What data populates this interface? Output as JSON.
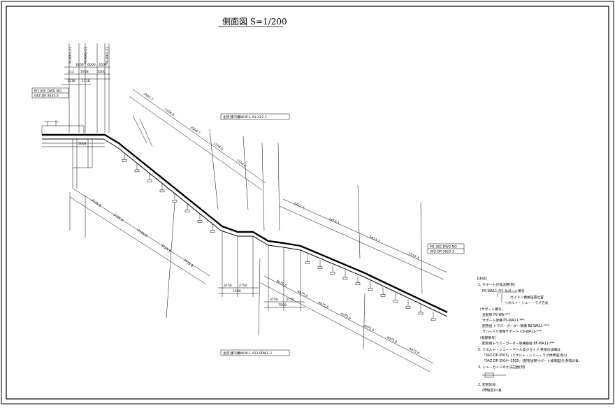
{
  "title": "側面図 S=1/200",
  "refs": [
    {
      "label": "M1 SEE DWG NO",
      "number": "04Z-DP-3543-3"
    },
    {
      "label": "M1 SEE DWG NO",
      "number": "04Z-DP-3623-3"
    }
  ],
  "top_labels": [
    "PS-WA1-21",
    "PS-WA1-21",
    "PS-WA1-21"
  ],
  "top_dims": [
    "1800",
    "6000",
    "4500",
    "311",
    "1958",
    "1500",
    "1118",
    "1118",
    "5004"
  ],
  "upper_slope_dims": [
    "3501.7",
    "1154.6",
    "2500.7",
    "1154.6",
    "1154.6",
    "3725.8",
    "3725.8",
    "3725.8",
    "3725.8",
    "3725.8"
  ],
  "mid_dims": [
    "3750",
    "2750",
    "1500",
    "3750",
    "3750",
    "7500"
  ],
  "lower_slope_dims": [
    "1413.3",
    "1413.3",
    "1413.3",
    "2513.3",
    "4075.6",
    "4075.6",
    "4075.6",
    "4075.6",
    "4075.6",
    "4075.6",
    "4075.6"
  ],
  "callout_upper": "主管)重汽機WHP-1 A1-A12-1",
  "callout_lower": "主管)重汽機WHP-1 A12-BPW1-2",
  "notes": [
    "【注記】",
    "1. サポート記号説明(例)",
    "PS-WA11-***    サポート番号",
    "ガイドン機械設置位置",
    "リボルト・シュー・ラグ方式",
    "〔サポート番号〕",
    "並配管        PS-WA-***",
    "サポート架構    PS-WA11-***",
    "配管送 トラス・ガーダー架構   BS-WA11-***",
    "ラバー入り受架サポート     CS-WA11-***",
    "〔基礎番号〕",
    "配管用トラス・ガーダー架構基礎  BF-WA11-***",
    "5. リボルト・シュー・ザドル及びガイド,受架の詳細は",
    "「04Z-DP-3503」(リボルト・シュー・ラグ標準図)及び",
    "「04Z-DP-3504~3505」(配管送架サポート標準図)を参照の事。",
    "3. シューガイドの寸法記載(例)",
    "2. 配管延長",
    "(伸縮管)に長"
  ],
  "colors": {
    "line": "#000000",
    "paper": "#ffffff",
    "frame": "#000000"
  }
}
